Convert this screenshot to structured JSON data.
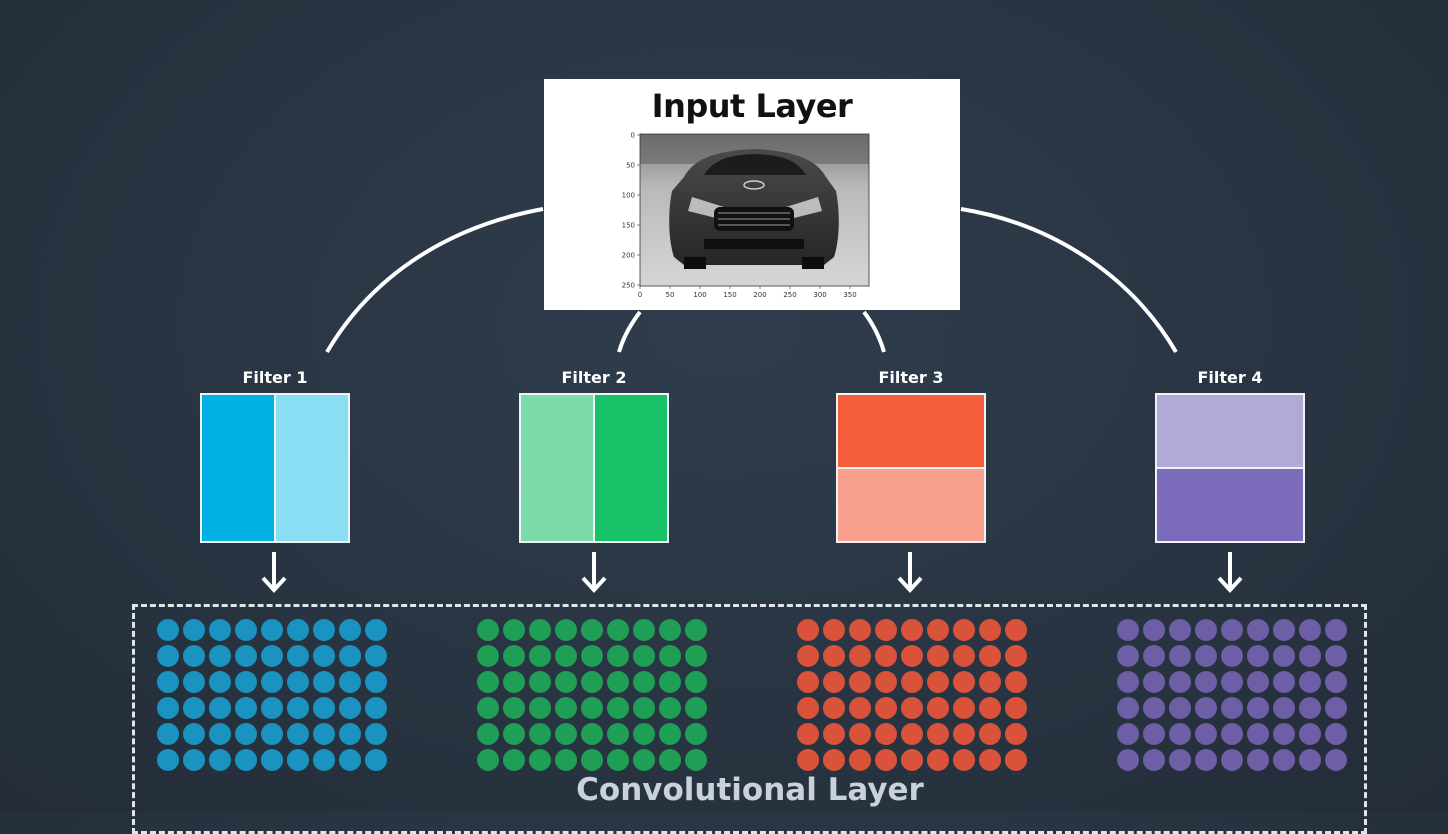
{
  "input": {
    "title": "Input Layer",
    "photo": "grayscale photo of the front of a car",
    "y_ticks": [
      "0",
      "50",
      "100",
      "150",
      "200",
      "250"
    ],
    "x_ticks": [
      "0",
      "50",
      "100",
      "150",
      "200",
      "250",
      "300",
      "350"
    ]
  },
  "filters": [
    {
      "label": "Filter 1",
      "split": "vertical",
      "colors": [
        "#00b2e3",
        "#89def3"
      ],
      "dot_color": "#1a93c0"
    },
    {
      "label": "Filter 2",
      "split": "vertical",
      "colors": [
        "#7cdba8",
        "#17c167"
      ],
      "dot_color": "#1f9f55"
    },
    {
      "label": "Filter 3",
      "split": "horizontal",
      "colors": [
        "#f65e3b",
        "#f9a08e"
      ],
      "dot_color": "#d9533a"
    },
    {
      "label": "Filter 4",
      "split": "horizontal",
      "colors": [
        "#b2a9d6",
        "#7b6bba"
      ],
      "dot_color": "#6d5ea5"
    }
  ],
  "conv_layer": {
    "label": "Convolutional Layer",
    "rows": 6,
    "cols": 9
  }
}
